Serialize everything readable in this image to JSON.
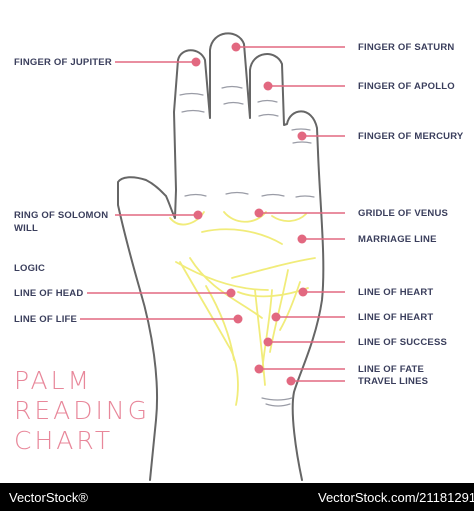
{
  "title_lines": [
    "PALM",
    "READING",
    "CHART"
  ],
  "labels": {
    "jupiter": "FINGER OF JUPITER",
    "saturn": "FINGER OF SATURN",
    "apollo": "FINGER OF APOLLO",
    "mercury": "FINGER OF MERCURY",
    "solomon": "RING OF SOLOMON",
    "will": "WILL",
    "venus": "GRIDLE OF VENUS",
    "marriage": "MARRIAGE LINE",
    "logic": "LOGIC",
    "head": "LINE OF HEAD",
    "heart1": "LINE OF HEART",
    "heart2": "LINE OF HEART",
    "life": "LINE OF LIFE",
    "success": "LINE OF SUCCESS",
    "fate": "LINE OF FATE",
    "travel": "TRAVEL LINES"
  },
  "footer": {
    "brand": "VectorStock®",
    "url": "VectorStock.com/21181291"
  },
  "colors": {
    "accent": "#e26880",
    "label": "#3a3e5c",
    "palm_lines": "#f1ec7a",
    "outline": "#666666"
  }
}
